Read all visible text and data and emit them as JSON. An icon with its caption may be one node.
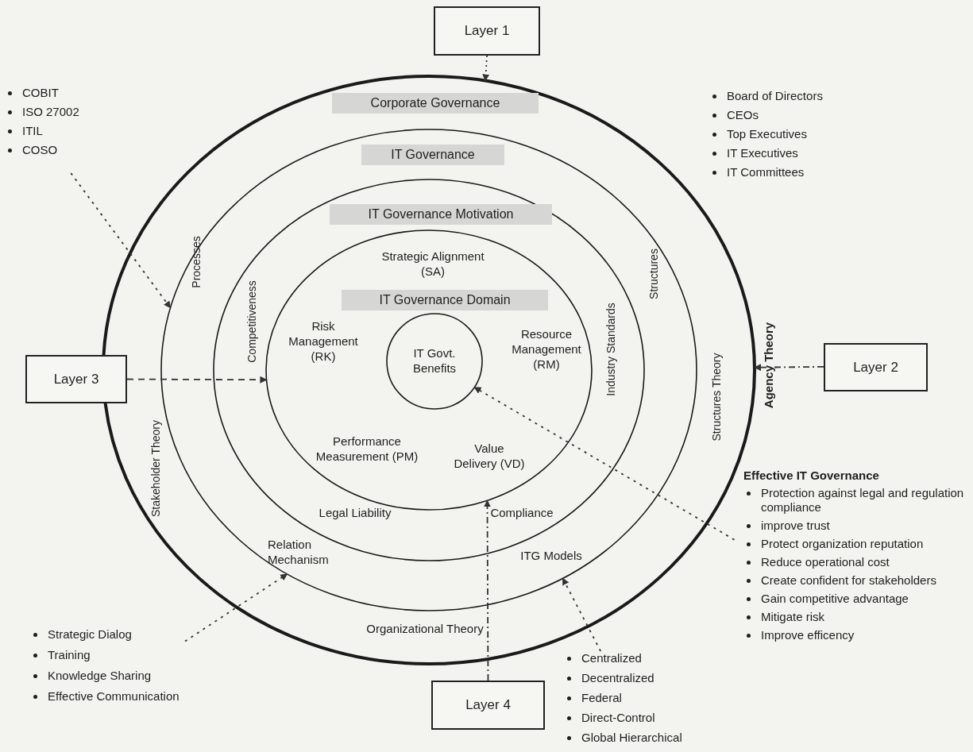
{
  "diagram": {
    "nodes": [
      {
        "text": [
          "Corporate Governance",
          "Stakeholder Theory",
          "Structures Theory",
          "Organizational Theory"
        ]
      },
      {
        "text": [
          "IT Governance",
          "Processes",
          "Structures",
          "Relation Mechanism",
          "ITG Models"
        ],
        "in": 0
      },
      {
        "text": [
          "IT Governance Motivation",
          "Competitiveness",
          "Industry Standards",
          "Legal Liability",
          "Compliance"
        ],
        "in": 1
      },
      {
        "text": [
          "Strategic Alignment (SA)",
          "IT Governance Domain",
          "Risk Management (RK)",
          "Resource Management (RM)",
          "Performance Measurement (PM)",
          "Value Delivery (VD)"
        ],
        "in": 2
      },
      {
        "text": [
          "IT Govt. Benefits"
        ],
        "in": 3
      },
      {
        "text": [
          "Layer 1"
        ]
      },
      {
        "text": [
          "Layer 2"
        ]
      },
      {
        "text": [
          "Layer 3"
        ]
      },
      {
        "text": [
          "Layer 4"
        ]
      },
      {
        "text": [
          "COBIT",
          "ISO 27002",
          "ITIL",
          "COSO"
        ]
      },
      {
        "text": [
          "Strategic Dialog",
          "Training",
          "Knowledge Sharing",
          "Effective Communication"
        ]
      },
      {
        "text": [
          "Centralized",
          "Decentralized",
          "Federal",
          "Direct-Control",
          "Global Hierarchical"
        ]
      },
      {
        "text": [
          "Effective IT Governance",
          "Protection against legal and regulation compliance",
          "improve trust",
          "Protect organization reputation",
          "Reduce operational cost",
          "Create confident for stakeholders",
          "Gain competitive advantage",
          "Mitigate risk",
          "Improve efficency"
        ]
      }
    ],
    "edges": [
      {
        "from": 5,
        "to": 0,
        "arrow": "to",
        "style": "dashed"
      },
      {
        "from": 6,
        "to": 0,
        "arrow": "to",
        "style": "dashed"
      },
      {
        "from": 7,
        "to": 3,
        "arrow": "to",
        "style": "dashed"
      },
      {
        "from": 8,
        "to": 3,
        "arrow": "to",
        "style": "dashed"
      },
      {
        "from": 9,
        "to": 1,
        "arrow": "to",
        "style": "dashed"
      },
      {
        "from": 10,
        "to": 1,
        "arrow": "to",
        "style": "dashed"
      },
      {
        "from": 11,
        "to": 1,
        "arrow": "to",
        "style": "dashed"
      },
      {
        "from": 12,
        "to": 4,
        "arrow": "to",
        "style": "dashed"
      }
    ],
    "labels": [
      "Board of Directors",
      "CEOs",
      "Top Executives",
      "IT Executives",
      "IT Committees",
      "Agency Theory"
    ]
  }
}
